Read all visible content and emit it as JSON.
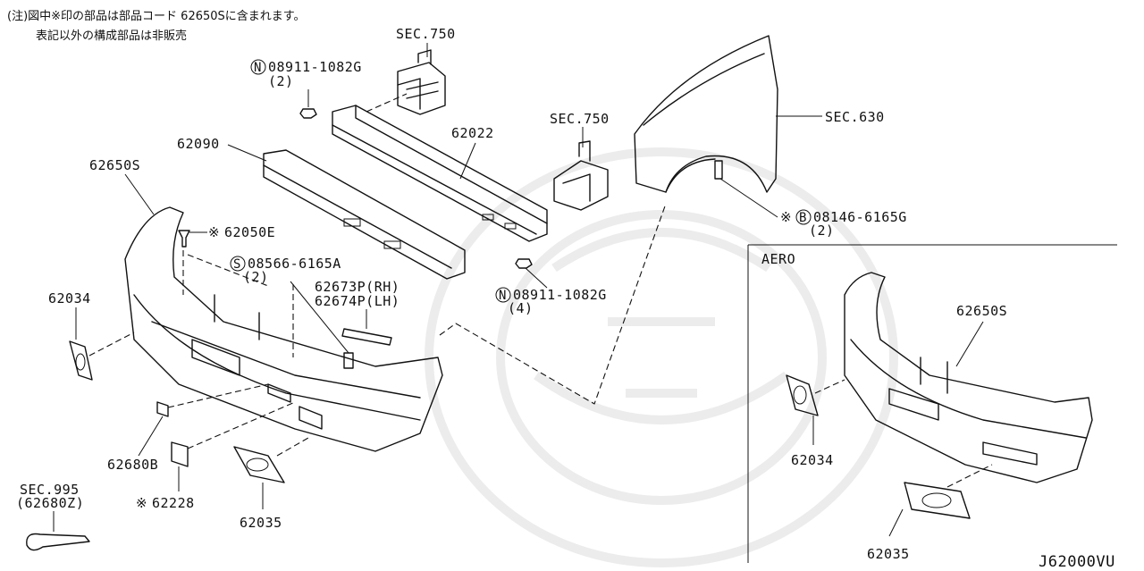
{
  "notes": {
    "line1": "(注)図中※印の部品は部品コード 62650Sに含まれます。",
    "line2": "表記以外の構成部品は非販売"
  },
  "labels": {
    "sec750_top": "SEC.750",
    "n_08911_top": "08911-1082G",
    "n_08911_top_qty": "(2)",
    "p62022": "62022",
    "sec750_mid": "SEC.750",
    "sec630": "SEC.630",
    "p62090": "62090",
    "p62650s": "62650S",
    "p62050e": "62050E",
    "b_08146": "08146-6165G",
    "b_08146_qty": "(2)",
    "s_08566": "08566-6165A",
    "s_08566_qty": "(2)",
    "p62673p": "62673P(RH)",
    "p62674p": "62674P(LH)",
    "n_08911_mid": "08911-1082G",
    "n_08911_mid_qty": "(4)",
    "p62034": "62034",
    "p62680b": "62680B",
    "p62228": "62228",
    "sec995": "SEC.995",
    "sec995_ref": "(62680Z)",
    "p62035": "62035",
    "aero": "AERO",
    "aero_62650s": "62650S",
    "aero_62034": "62034",
    "aero_62035": "62035",
    "diagram_code": "J62000VU"
  },
  "symbols": {
    "asterisk": "※",
    "circle_n": "N",
    "circle_b": "B",
    "circle_s": "S"
  }
}
